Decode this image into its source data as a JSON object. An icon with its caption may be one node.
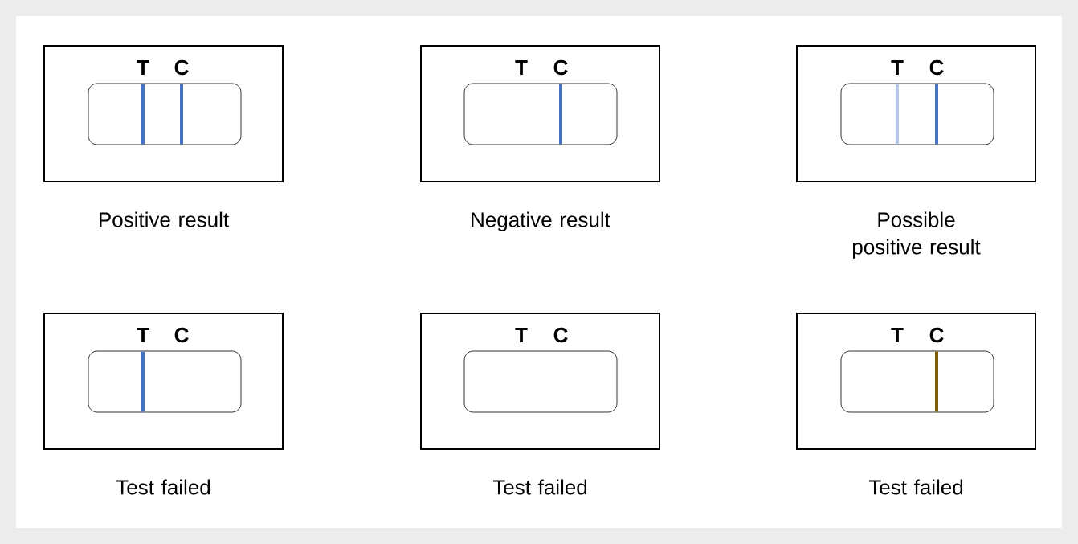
{
  "diagram": {
    "nodes": [
      {
        "text": [
          "T",
          "C"
        ],
        "beside": [
          "Positive result"
        ]
      },
      {
        "text": [],
        "shape": "box",
        "in": 0
      },
      {
        "text": [
          "T",
          "C"
        ],
        "beside": [
          "Negative result"
        ]
      },
      {
        "text": [],
        "shape": "box",
        "in": 2
      },
      {
        "text": [
          "T",
          "C"
        ],
        "beside": [
          "Possible positive result"
        ]
      },
      {
        "text": [],
        "shape": "box",
        "in": 4
      },
      {
        "text": [
          "T",
          "C"
        ],
        "beside": [
          "Test failed"
        ]
      },
      {
        "text": [],
        "shape": "box",
        "in": 6
      },
      {
        "text": [
          "T",
          "C"
        ],
        "beside": [
          "Test failed"
        ]
      },
      {
        "text": [],
        "shape": "box",
        "in": 8
      },
      {
        "text": [
          "T",
          "C"
        ],
        "beside": [
          "Test failed"
        ]
      },
      {
        "text": [],
        "shape": "box",
        "in": 10
      }
    ]
  }
}
